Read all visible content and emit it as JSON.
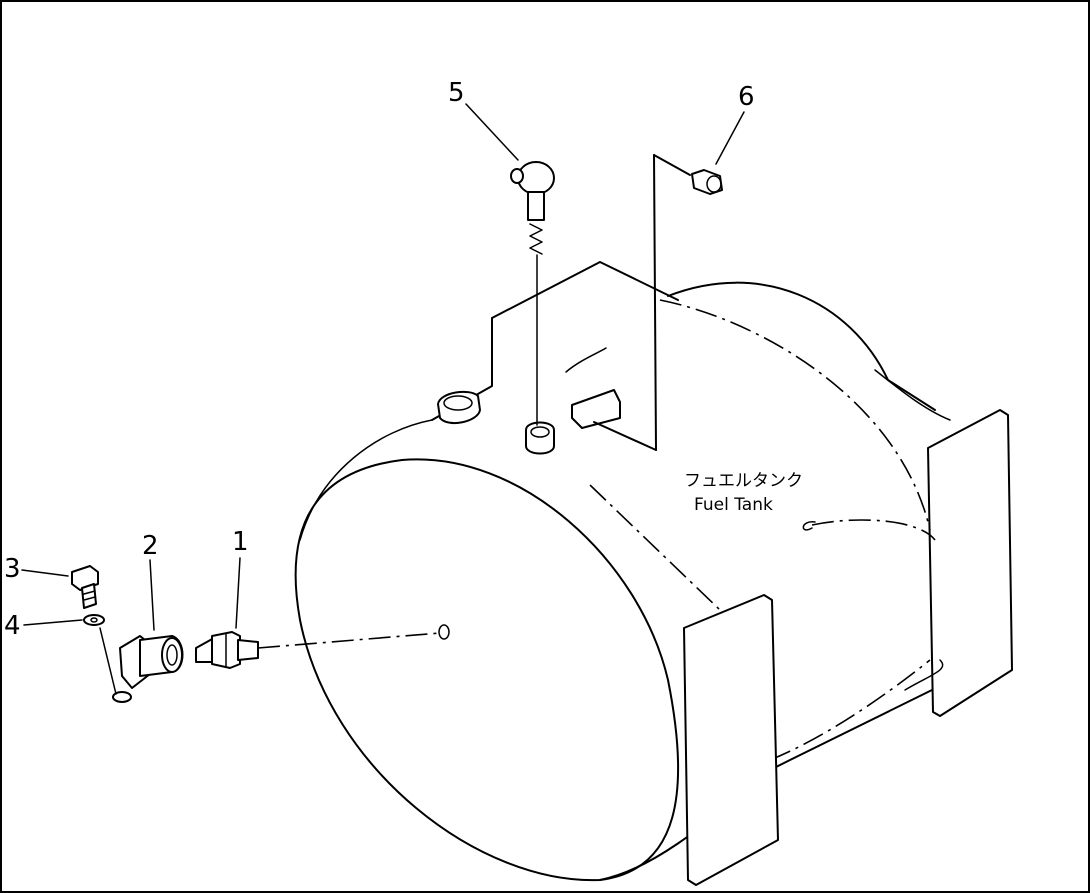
{
  "callouts": [
    "1",
    "2",
    "3",
    "4",
    "5",
    "6"
  ],
  "tank_label": {
    "japanese": "フュエルタンク",
    "english": "Fuel Tank"
  }
}
